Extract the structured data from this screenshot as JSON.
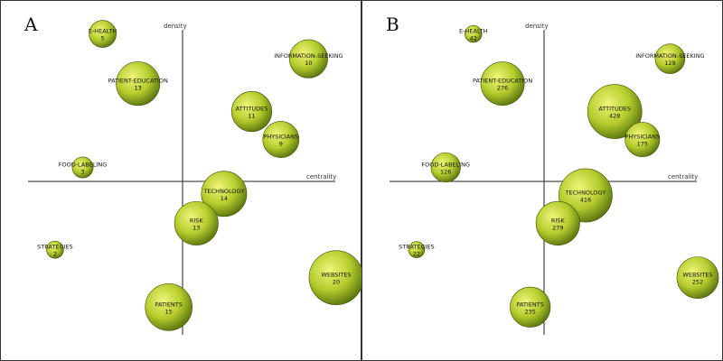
{
  "colors": {
    "bubble_light": "#eef57a",
    "bubble_mid": "#b5cc2c",
    "bubble_dark": "#55700f",
    "bubble_stroke": "#3e520a",
    "axis": "#222222"
  },
  "chart_data": [
    {
      "type": "scatter",
      "panel_label": "A",
      "xlabel": "centrality",
      "ylabel": "density",
      "points": [
        {
          "label": "E-HEALTH",
          "value": 5,
          "x": -0.52,
          "y": 0.95
        },
        {
          "label": "INFORMATION-SEEKING",
          "value": 10,
          "x": 0.82,
          "y": 0.79
        },
        {
          "label": "PATIENT-EDUCATION",
          "value": 13,
          "x": -0.29,
          "y": 0.63
        },
        {
          "label": "ATTITUDES",
          "value": 11,
          "x": 0.45,
          "y": 0.45
        },
        {
          "label": "PHYSICIANS",
          "value": 9,
          "x": 0.64,
          "y": 0.27
        },
        {
          "label": "FOOD-LABELING",
          "value": 3,
          "x": -0.65,
          "y": 0.09
        },
        {
          "label": "TECHNOLOGY",
          "value": 14,
          "x": 0.27,
          "y": -0.08
        },
        {
          "label": "RISK",
          "value": 13,
          "x": 0.09,
          "y": -0.27
        },
        {
          "label": "STRATEGIES",
          "value": 2,
          "x": -0.83,
          "y": -0.44
        },
        {
          "label": "WEBSITES",
          "value": 20,
          "x": 1.0,
          "y": -0.62
        },
        {
          "label": "PATIENTS",
          "value": 15,
          "x": -0.09,
          "y": -0.81
        }
      ]
    },
    {
      "type": "scatter",
      "panel_label": "B",
      "xlabel": "centrality",
      "ylabel": "density",
      "points": [
        {
          "label": "E-HEALTH",
          "value": 42,
          "x": -0.46,
          "y": 0.95
        },
        {
          "label": "INFORMATION-SEEKING",
          "value": 129,
          "x": 0.82,
          "y": 0.79
        },
        {
          "label": "PATIENT-EDUCATION",
          "value": 276,
          "x": -0.27,
          "y": 0.63
        },
        {
          "label": "ATTITUDES",
          "value": 428,
          "x": 0.46,
          "y": 0.45
        },
        {
          "label": "PHYSICIANS",
          "value": 175,
          "x": 0.64,
          "y": 0.27
        },
        {
          "label": "FOOD-LABELING",
          "value": 126,
          "x": -0.64,
          "y": 0.09
        },
        {
          "label": "TECHNOLOGY",
          "value": 416,
          "x": 0.27,
          "y": -0.09
        },
        {
          "label": "RISK",
          "value": 279,
          "x": 0.09,
          "y": -0.27
        },
        {
          "label": "STRATEGIES",
          "value": 22,
          "x": -0.83,
          "y": -0.44
        },
        {
          "label": "WEBSITES",
          "value": 252,
          "x": 1.0,
          "y": -0.62
        },
        {
          "label": "PATIENTS",
          "value": 235,
          "x": -0.09,
          "y": -0.81
        }
      ]
    }
  ]
}
